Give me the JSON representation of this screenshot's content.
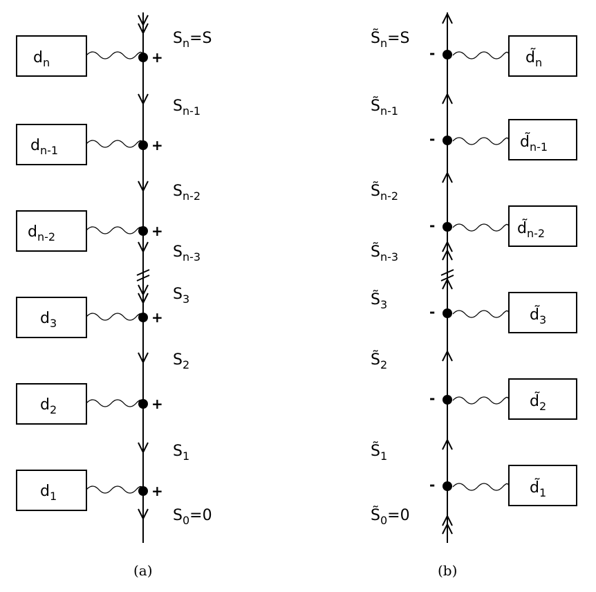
{
  "panel_a": {
    "caption": "(a)",
    "boxes": [
      "d",
      "d",
      "d",
      "d",
      "d",
      "d"
    ],
    "box_subs": [
      "n",
      "n-1",
      "n-2",
      "3",
      "2",
      "1"
    ],
    "node_sign": "+",
    "labels": [
      {
        "base": "S",
        "sub": "n",
        "suffix": "=S"
      },
      {
        "base": "S",
        "sub": "n-1",
        "suffix": ""
      },
      {
        "base": "S",
        "sub": "n-2",
        "suffix": ""
      },
      {
        "base": "S",
        "sub": "n-3",
        "suffix": ""
      },
      {
        "base": "S",
        "sub": "3",
        "suffix": ""
      },
      {
        "base": "S",
        "sub": "2",
        "suffix": ""
      },
      {
        "base": "S",
        "sub": "1",
        "suffix": ""
      },
      {
        "base": "S",
        "sub": "0",
        "suffix": "=0"
      }
    ]
  },
  "panel_b": {
    "caption": "(b)",
    "boxes": [
      "d̃",
      "d̃",
      "d̃",
      "d̃",
      "d̃",
      "d̃"
    ],
    "box_subs": [
      "n",
      "n-1",
      "n-2",
      "3",
      "2",
      "1"
    ],
    "node_sign": "-",
    "labels": [
      {
        "base": "S̃",
        "sub": "n",
        "suffix": "=S"
      },
      {
        "base": "S̃",
        "sub": "n-1",
        "suffix": ""
      },
      {
        "base": "S̃",
        "sub": "n-2",
        "suffix": ""
      },
      {
        "base": "S̃",
        "sub": "n-3",
        "suffix": ""
      },
      {
        "base": "S̃",
        "sub": "3",
        "suffix": ""
      },
      {
        "base": "S̃",
        "sub": "2",
        "suffix": ""
      },
      {
        "base": "S̃",
        "sub": "1",
        "suffix": ""
      },
      {
        "base": "S̃",
        "sub": "0",
        "suffix": "=0"
      }
    ]
  }
}
